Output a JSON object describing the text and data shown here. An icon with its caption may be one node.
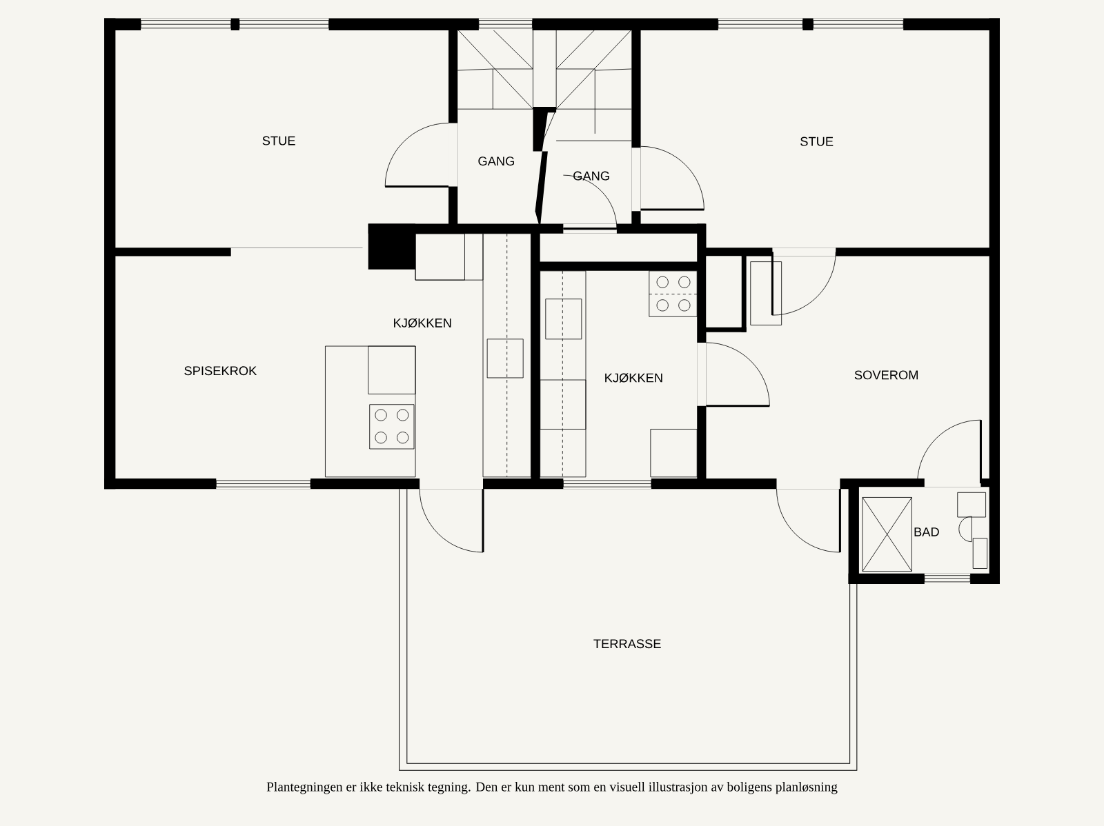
{
  "diagram": {
    "caption": "Plantegningen er ikke teknisk tegning. Den er kun ment som en visuell illustrasjon av boligens planløsning",
    "labels": [
      "STUE",
      "GANG",
      "GANG",
      "STUE",
      "KJØKKEN",
      "SPISEKROK",
      "SOVEROM",
      "KJØKKEN",
      "BAD",
      "TERRASSE"
    ]
  }
}
